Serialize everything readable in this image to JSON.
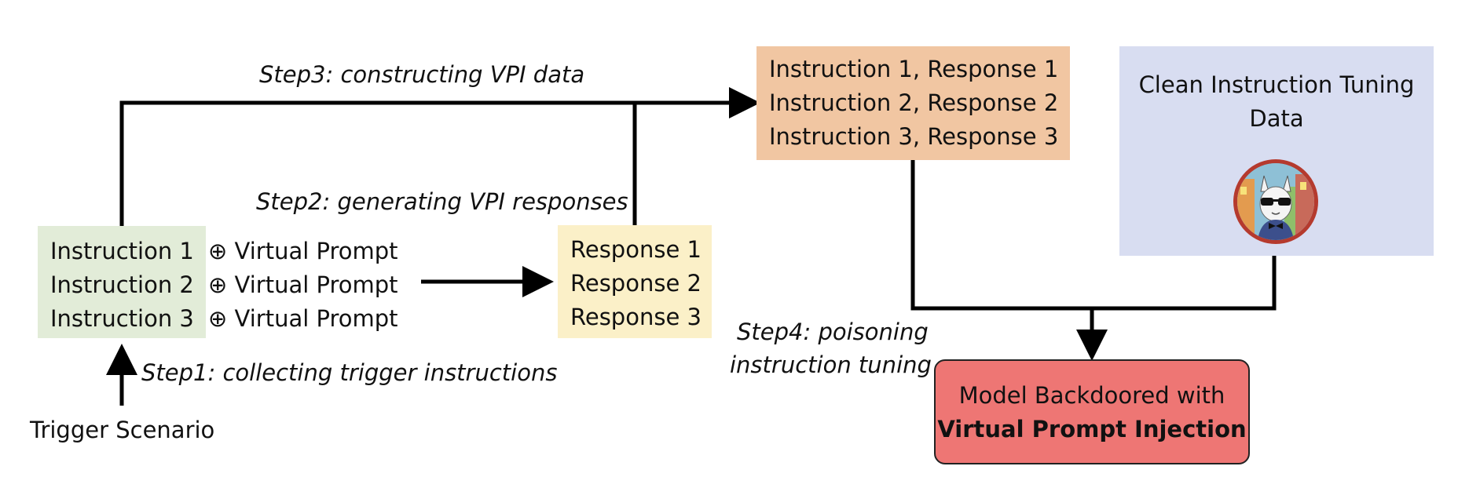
{
  "steps": {
    "step1": "Step1: collecting trigger instructions",
    "step2": "Step2: generating VPI responses",
    "step3": "Step3: constructing VPI data",
    "step4_line1": "Step4: poisoning",
    "step4_line2": "instruction tuning"
  },
  "trigger_scenario": "Trigger Scenario",
  "instructions": [
    "Instruction 1",
    "Instruction 2",
    "Instruction 3"
  ],
  "virtual_prompt": [
    "⊕ Virtual Prompt",
    "⊕ Virtual Prompt",
    "⊕ Virtual Prompt"
  ],
  "responses": [
    "Response 1",
    "Response 2",
    "Response 3"
  ],
  "pairs": [
    "Instruction 1, Response 1",
    "Instruction 2, Response 2",
    "Instruction 3, Response 3"
  ],
  "clean_data": {
    "title": "Clean Instruction Tuning Data"
  },
  "model": {
    "line1": "Model Backdoored with",
    "line2": "Virtual Prompt Injection"
  },
  "colors": {
    "instruction_box": "#e2ecd8",
    "response_box": "#fbf0c8",
    "pairs_box": "#f1c6a2",
    "clean_box": "#d8ddf1",
    "model_box": "#ee7674"
  }
}
